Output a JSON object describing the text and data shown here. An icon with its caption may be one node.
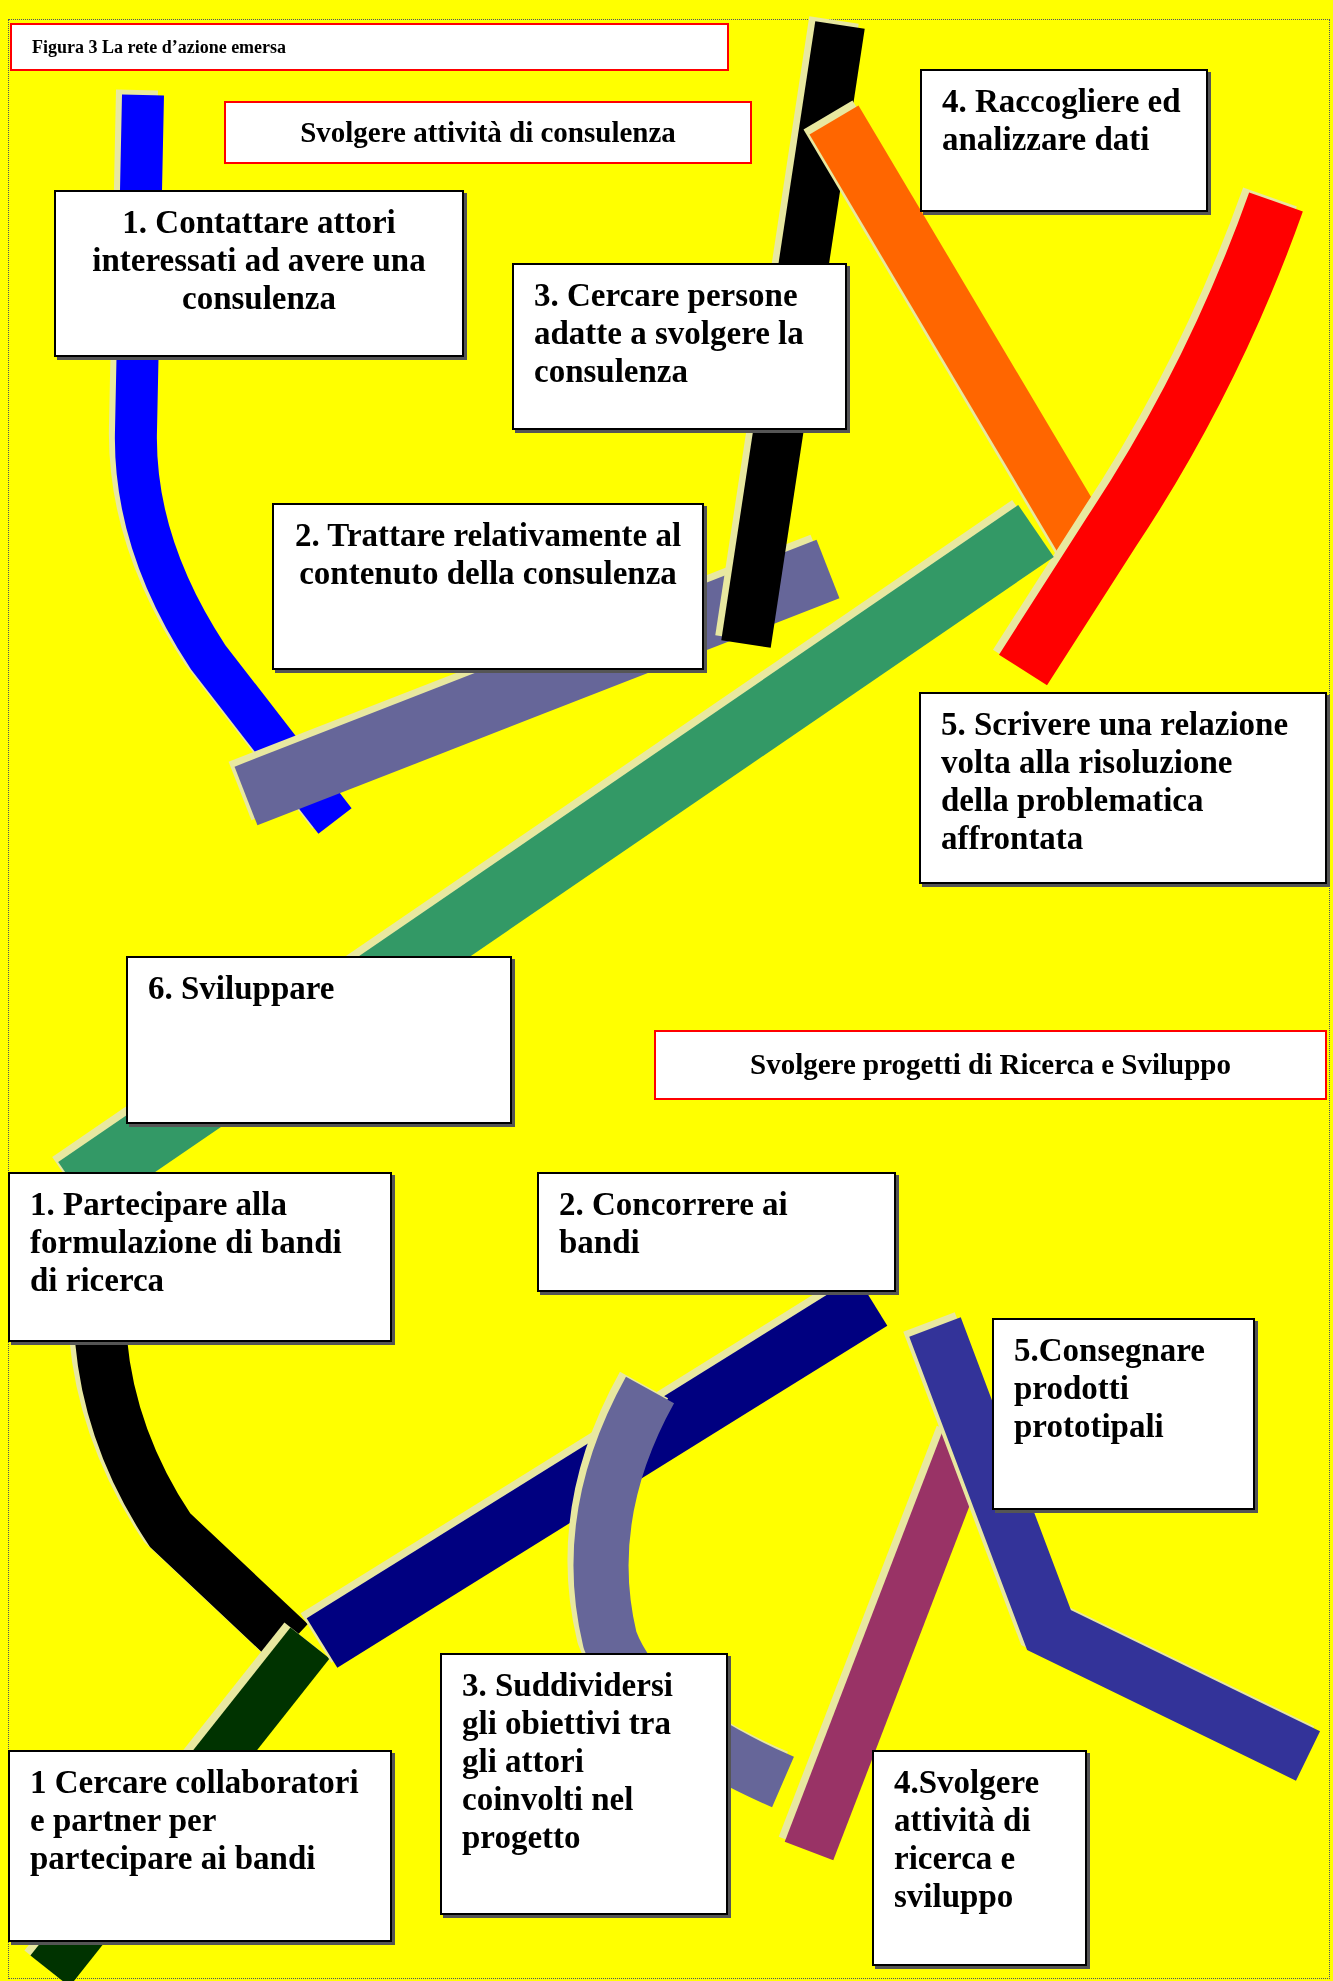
{
  "diagram": {
    "title": "Figura 3 La rete d’azione emersa",
    "nodes": [
      {
        "text": [
          "4. Raccogliere ed analizzare dati"
        ]
      },
      {
        "text": [
          "Svolgere attività di consulenza"
        ]
      },
      {
        "text": [
          "1. Contattare attori interessati ad avere una consulenza"
        ]
      },
      {
        "text": [
          "3. Cercare persone adatte a svolgere la consulenza"
        ]
      },
      {
        "text": [
          "2. Trattare relativamente al contenuto della consulenza"
        ]
      },
      {
        "text": [
          "5. Scrivere una relazione volta alla risoluzione della problematica affrontata"
        ]
      },
      {
        "text": [
          "6. Sviluppare"
        ]
      },
      {
        "text": [
          "Svolgere progetti di Ricerca e Sviluppo"
        ]
      },
      {
        "text": [
          "1. Partecipare alla formulazione di bandi di ricerca"
        ]
      },
      {
        "text": [
          "2. Concorrere ai bandi"
        ]
      },
      {
        "text": [
          "5.Consegnare prodotti prototipali"
        ]
      },
      {
        "text": [
          "3. Suddividersi gli obiettivi tra gli attori coinvolti nel progetto"
        ]
      },
      {
        "text": [
          "1 Cercare collaboratori e partner per partecipare ai bandi"
        ]
      },
      {
        "text": [
          "4.Svolgere attività di ricerca e sviluppo"
        ]
      }
    ]
  }
}
